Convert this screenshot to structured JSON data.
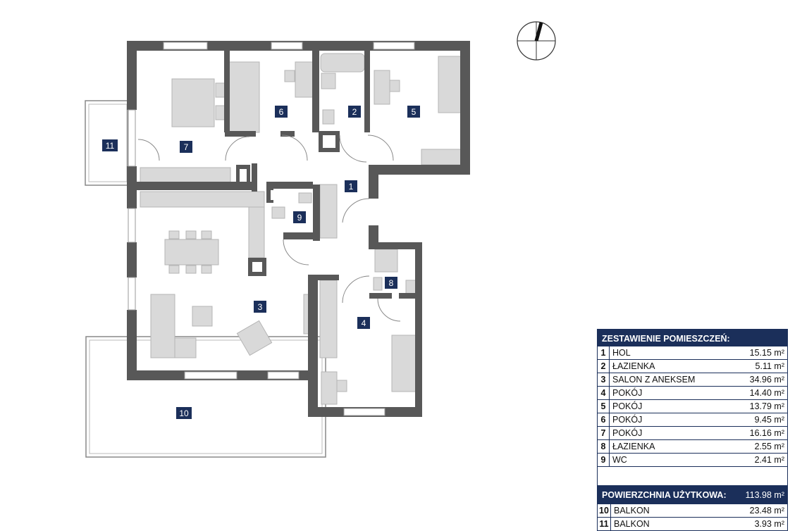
{
  "rooms": [
    {
      "num": "1",
      "name": "HOL",
      "area": "15.15 m²"
    },
    {
      "num": "2",
      "name": "ŁAZIENKA",
      "area": "5.11 m²"
    },
    {
      "num": "3",
      "name": "SALON Z ANEKSEM",
      "area": "34.96 m²"
    },
    {
      "num": "4",
      "name": "POKÓJ",
      "area": "14.40 m²"
    },
    {
      "num": "5",
      "name": "POKÓJ",
      "area": "13.79 m²"
    },
    {
      "num": "6",
      "name": "POKÓJ",
      "area": "9.45 m²"
    },
    {
      "num": "7",
      "name": "POKÓJ",
      "area": "16.16 m²"
    },
    {
      "num": "8",
      "name": "ŁAZIENKA",
      "area": "2.55 m²"
    },
    {
      "num": "9",
      "name": "WC",
      "area": "2.41 m²"
    }
  ],
  "balconies": [
    {
      "num": "10",
      "name": "BALKON",
      "area": "23.48 m²"
    },
    {
      "num": "11",
      "name": "BALKON",
      "area": "3.93 m²"
    }
  ],
  "table": {
    "title": "ZESTAWIENIE POMIESZCZEŃ:",
    "usable_label": "POWIERZCHNIA UŻYTKOWA:",
    "usable_area": "113.98 m²"
  },
  "colors": {
    "wall": "#585858",
    "badge": "#1b2f5a",
    "furniture": "#d9d9d9"
  }
}
